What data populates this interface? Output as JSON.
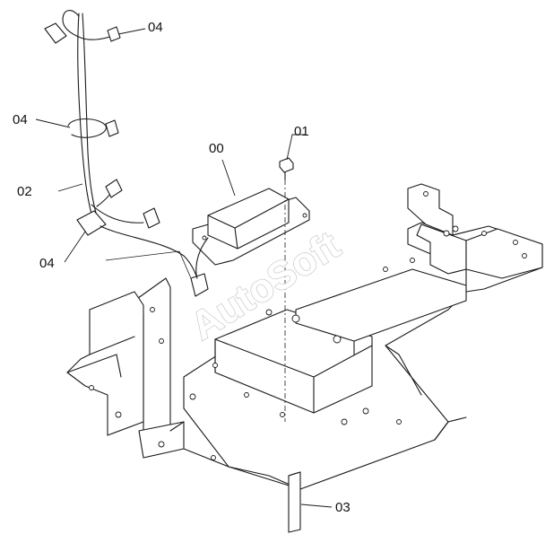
{
  "labels": {
    "part_00": "00",
    "part_01": "01",
    "part_02": "02",
    "part_03": "03",
    "part_04_top": "04",
    "part_04_mid": "04",
    "part_04_bottom": "04"
  },
  "watermark": "AutoSoft"
}
